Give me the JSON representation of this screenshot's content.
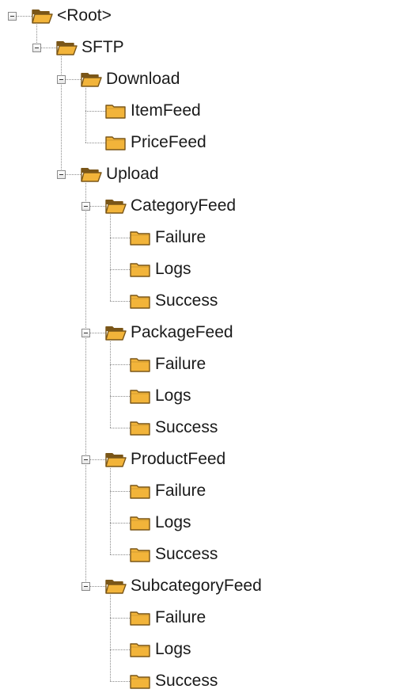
{
  "icons": {
    "open_folder": "folder-open-icon",
    "closed_folder": "folder-icon",
    "expander": "minus-box-icon"
  },
  "colors": {
    "folder_fill": "#f2b43a",
    "folder_dark": "#7a5618",
    "connector": "#8a8a8a"
  },
  "tree": {
    "root": "<Root>",
    "sftp": "SFTP",
    "download": {
      "label": "Download",
      "children": [
        "ItemFeed",
        "PriceFeed"
      ]
    },
    "upload": {
      "label": "Upload",
      "feeds": [
        {
          "label": "CategoryFeed",
          "children": [
            "Failure",
            "Logs",
            "Success"
          ]
        },
        {
          "label": "PackageFeed",
          "children": [
            "Failure",
            "Logs",
            "Success"
          ]
        },
        {
          "label": "ProductFeed",
          "children": [
            "Failure",
            "Logs",
            "Success"
          ]
        },
        {
          "label": "SubcategoryFeed",
          "children": [
            "Failure",
            "Logs",
            "Success"
          ]
        }
      ]
    }
  }
}
